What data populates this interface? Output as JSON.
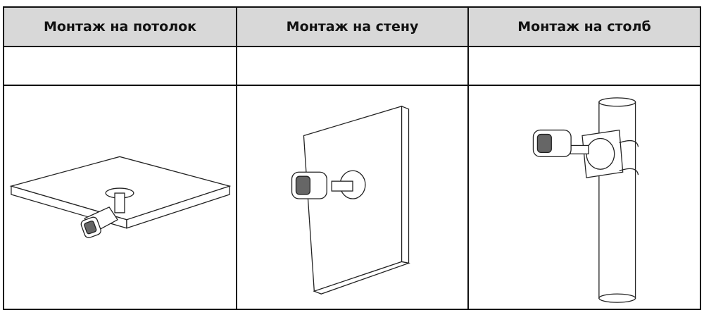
{
  "table": {
    "headers": [
      "Монтаж на потолок",
      "Монтаж на стену",
      "Монтаж на столб"
    ]
  }
}
